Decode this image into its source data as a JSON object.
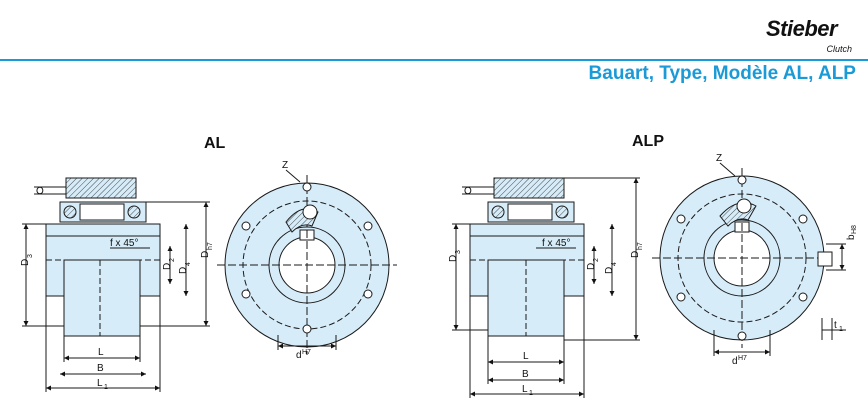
{
  "brand": {
    "name": "Stieber",
    "tagline": "Clutch"
  },
  "title": "Bauart, Type, Modèle AL, ALP",
  "colors": {
    "accent": "#1a9ad6",
    "part_fill": "#d6ecf8",
    "line": "#1a1a1a"
  },
  "drawings": {
    "al": {
      "label": "AL",
      "dims": {
        "o": "O",
        "d3": "D",
        "d3_sub": "3",
        "f45": "f x 45°",
        "d2": "D",
        "d2_sub": "2",
        "d4": "D",
        "d4_sub": "4",
        "dh7": "D",
        "dh7_sub": "h7",
        "l": "L",
        "b": "B",
        "l1": "L",
        "l1_sub": "1",
        "z": "Z",
        "d_bore": "d",
        "d_bore_sup": "H7"
      }
    },
    "alp": {
      "label": "ALP",
      "dims": {
        "o": "O",
        "d3": "D",
        "d3_sub": "3",
        "f45": "f x 45°",
        "d2": "D",
        "d2_sub": "2",
        "d4": "D",
        "d4_sub": "4",
        "dh7": "D",
        "dh7_sub": "h7",
        "l": "L",
        "b": "B",
        "l1": "L",
        "l1_sub": "1",
        "z": "Z",
        "d_bore": "d",
        "d_bore_sup": "H7",
        "bh8": "b",
        "bh8_sup": "H8",
        "t1": "t",
        "t1_sub": "1"
      }
    }
  }
}
